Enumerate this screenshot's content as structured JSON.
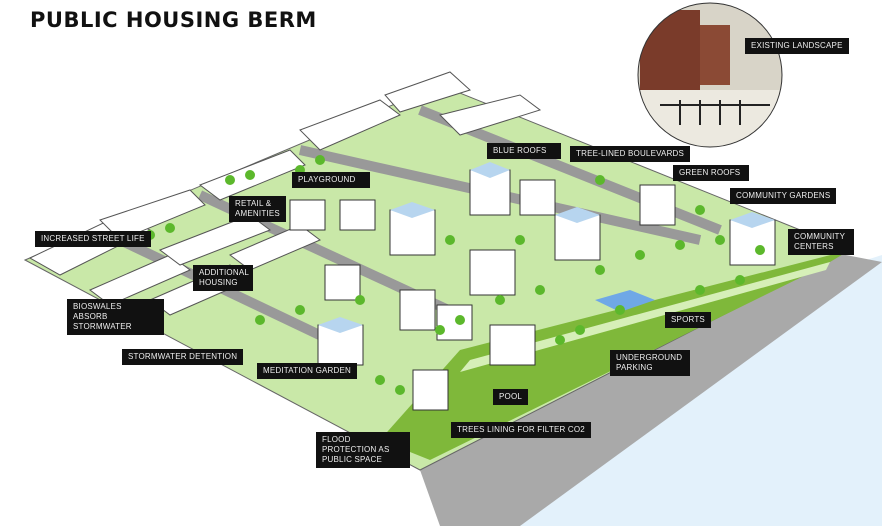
{
  "title": "PUBLIC HOUSING BERM",
  "inset": {
    "label": "EXISTING LANDSCAPE"
  },
  "labels": {
    "increased_street_life": "INCREASED STREET LIFE",
    "retail": "RETAIL & AMENITIES",
    "playground": "PLAYGROUND",
    "additional_housing": "ADDITIONAL HOUSING",
    "bioswales": "BIOSWALES ABSORB STORMWATER",
    "stormwater_detention": "STORMWATER DETENTION",
    "meditation_garden": "MEDITATION GARDEN",
    "flood_protection": "FLOOD PROTECTION AS PUBLIC SPACE",
    "blue_roofs": "BLUE ROOFS",
    "tree_lined": "TREE-LINED BOULEVARDS",
    "green_roofs": "GREEN ROOFS",
    "community_gardens": "COMMUNITY GARDENS",
    "community_centers": "COMMUNITY CENTERS",
    "sports": "SPORTS",
    "underground_parking": "UNDERGROUND PARKING",
    "pool": "POOL",
    "trees_lining": "TREES LINING FOR FILTER CO2"
  },
  "colors": {
    "grass": "#bfe39a",
    "berm": "#7fb83a",
    "road": "#a9a9a9",
    "water": "#e3f1fb",
    "tree": "#5cb82c"
  }
}
